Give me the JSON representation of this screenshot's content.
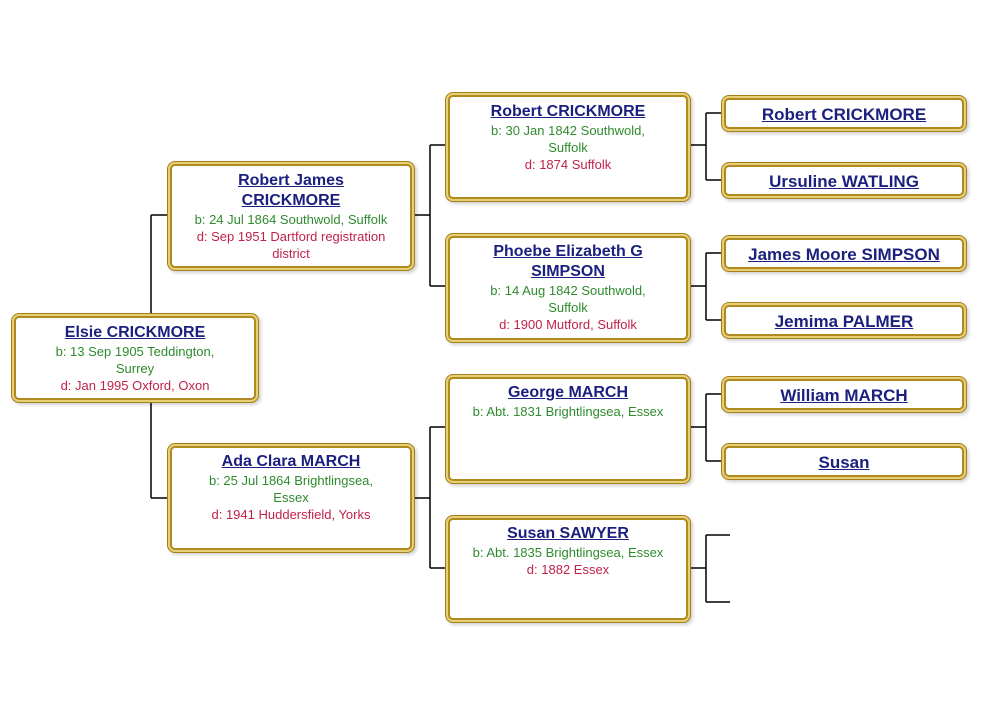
{
  "people": {
    "elsie": {
      "name": "Elsie CRICKMORE",
      "born": "b: 13 Sep 1905 Teddington, Surrey",
      "died": "d: Jan 1995 Oxford, Oxon"
    },
    "robert_james": {
      "name": "Robert James CRICKMORE",
      "born": "b: 24 Jul 1864 Southwold, Suffolk",
      "died": "d: Sep 1951 Dartford registration district"
    },
    "ada_clara": {
      "name": "Ada Clara MARCH",
      "born": "b: 25 Jul 1864 Brightlingsea, Essex",
      "died": "d: 1941 Huddersfield, Yorks"
    },
    "robert_1842": {
      "name": "Robert CRICKMORE",
      "born": "b: 30 Jan 1842 Southwold, Suffolk",
      "died": "d: 1874 Suffolk"
    },
    "phoebe": {
      "name": "Phoebe Elizabeth G SIMPSON",
      "born": "b: 14 Aug 1842 Southwold, Suffolk",
      "died": "d: 1900 Mutford, Suffolk"
    },
    "george": {
      "name": "George MARCH",
      "born": "b: Abt. 1831 Brightlingsea, Essex"
    },
    "susan_sawyer": {
      "name": "Susan SAWYER",
      "born": "b: Abt. 1835 Brightlingsea, Essex",
      "died": "d: 1882 Essex"
    },
    "robert_gen4": {
      "name": "Robert CRICKMORE"
    },
    "ursuline": {
      "name": "Ursuline WATLING"
    },
    "james_moore": {
      "name": "James Moore SIMPSON"
    },
    "jemima": {
      "name": "Jemima PALMER"
    },
    "william": {
      "name": "William MARCH"
    },
    "susan": {
      "name": "Susan"
    }
  },
  "colors": {
    "name": "#1b1f7e",
    "birth": "#2e8b2e",
    "death": "#c0224a",
    "border": "#b08a1e",
    "connector": "#000000"
  }
}
